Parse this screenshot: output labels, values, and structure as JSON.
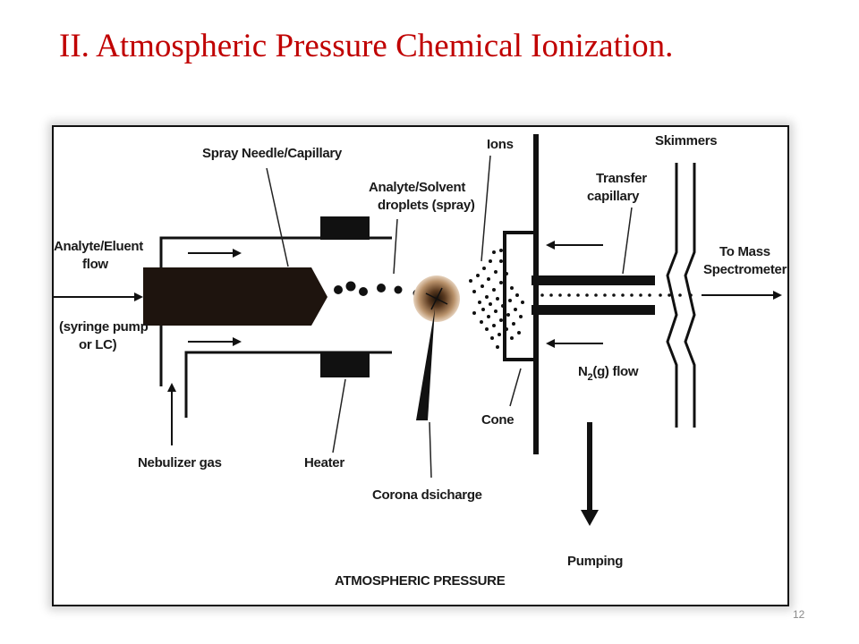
{
  "slide": {
    "title": "II. Atmospheric Pressure Chemical Ionization.",
    "page_number": "12"
  },
  "diagram": {
    "labels": {
      "spray_needle": "Spray Needle/Capillary",
      "analyte_flow_line1": "Analyte/Eluent",
      "analyte_flow_line2": "flow",
      "syringe_line1": "(syringe pump",
      "syringe_line2": "or LC)",
      "nebulizer_gas": "Nebulizer gas",
      "heater": "Heater",
      "droplets_line1": "Analyte/Solvent",
      "droplets_line2": "droplets (spray)",
      "ions": "Ions",
      "corona": "Corona dsicharge",
      "cone": "Cone",
      "transfer_line1": "Transfer",
      "transfer_line2": "capillary",
      "n2_prefix": "N",
      "n2_sub": "2",
      "n2_suffix": "(g) flow",
      "skimmers": "Skimmers",
      "mass_spec_line1": "To Mass",
      "mass_spec_line2": "Spectrometer",
      "pumping": "Pumping",
      "atmospheric": "ATMOSPHERIC PRESSURE"
    }
  }
}
